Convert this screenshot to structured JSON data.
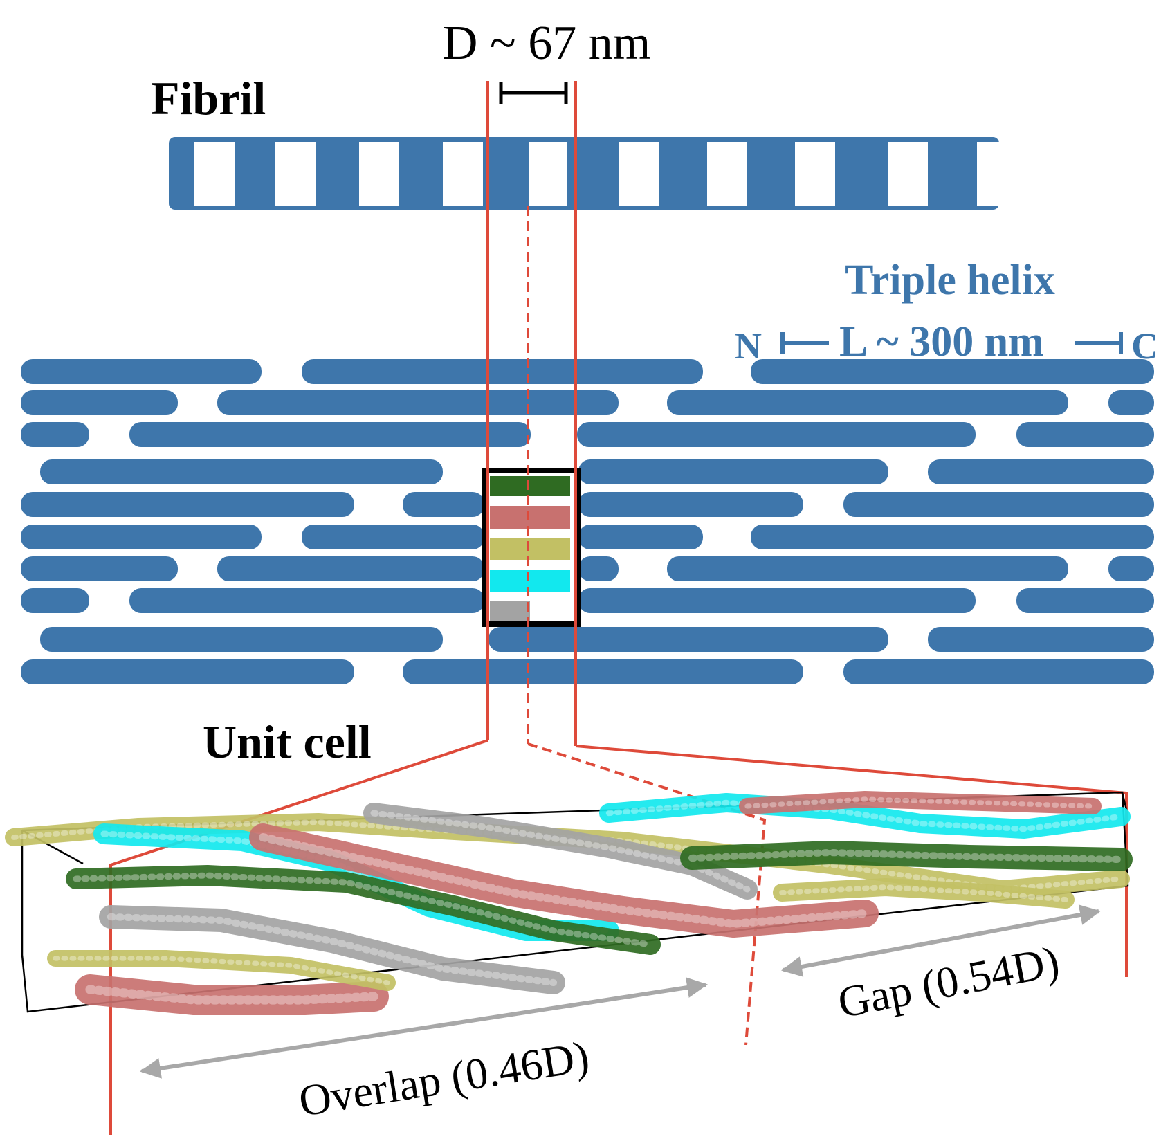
{
  "labels": {
    "period": "D ~ 67 nm",
    "fibril": "Fibril",
    "triple_helix": "Triple helix",
    "n_terminus": "N",
    "length": "L ~ 300 nm",
    "c_terminus": "C",
    "unit_cell": "Unit cell",
    "overlap": "Overlap (0.46D)",
    "gap": "Gap (0.54D)"
  },
  "colors": {
    "collagen_blue": "#3e76ab",
    "guide_red": "#de4a3a",
    "chain_green": "#2f6b22",
    "chain_pink": "#c8716f",
    "chain_yellow": "#c2c064",
    "chain_cyan": "#12e8ee",
    "chain_gray": "#a3a3a3",
    "arrow_gray": "#a8a8a8"
  },
  "unit_cell_chains": [
    {
      "name": "green",
      "color": "#2f6b22"
    },
    {
      "name": "pink",
      "color": "#c8716f"
    },
    {
      "name": "yellow",
      "color": "#c2c064"
    },
    {
      "name": "cyan",
      "color": "#12e8ee"
    },
    {
      "name": "gray",
      "color": "#a3a3a3"
    }
  ]
}
